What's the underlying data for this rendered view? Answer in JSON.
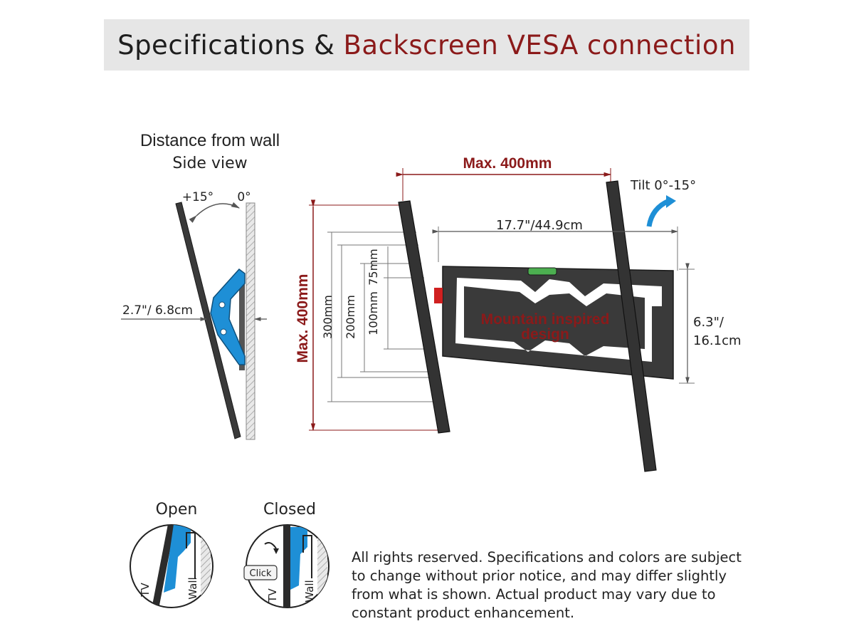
{
  "header": {
    "title_plain": "Specifications &",
    "title_accent": "Backscreen VESA connection"
  },
  "side_view": {
    "heading_line1": "Distance from wall",
    "heading_line2": "Side view",
    "angle_tilted": "+15°",
    "angle_flat": "0°",
    "distance": "2.7\"/ 6.8cm"
  },
  "bracket": {
    "max_width": "Max. 400mm",
    "max_height": "Max. 400mm",
    "tilt": "Tilt 0°-15°",
    "rail_width": "17.7\"/44.9cm",
    "frame_height_line1": "6.3\"/",
    "frame_height_line2": "16.1cm",
    "vesa_300": "300mm",
    "vesa_200": "200mm",
    "vesa_100": "100mm",
    "vesa_75": "75mm",
    "feature_line1": "Mountain inspired",
    "feature_line2": "design"
  },
  "lock": {
    "open_label": "Open",
    "closed_label": "Closed",
    "tv_label": "TV",
    "wall_label": "Wall",
    "click_label": "Click"
  },
  "disclaimer": "All rights reserved. Specifications and colors are subject to change without prior notice, and may differ slightly from what is shown. Actual product may vary due to constant product enhancement.",
  "colors": {
    "accent": "#8b1a1a",
    "bracket_blue": "#1e8fd6",
    "metal": "#2b2b2b",
    "header_bg": "#e6e6e6"
  }
}
